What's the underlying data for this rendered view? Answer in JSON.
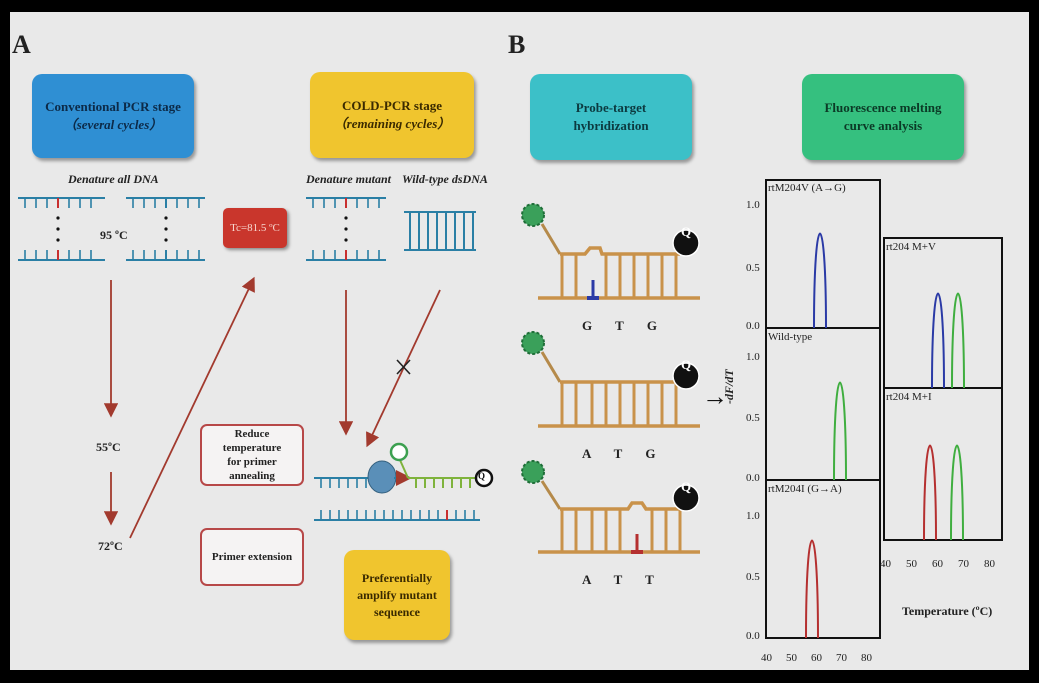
{
  "panel_a": {
    "letter": "A",
    "conventional_box": {
      "line1": "Conventional PCR stage",
      "line2": "（several cycles）"
    },
    "cold_box": {
      "line1": "COLD-PCR stage",
      "line2": "（remaining cycles）"
    },
    "denature_all": "Denature all DNA",
    "denature_mutant": "Denature  mutant",
    "wildtype_label": "Wild-type dsDNA",
    "temp_95": "95 ºC",
    "temp_55": "55ºC",
    "temp_72": "72ºC",
    "tc_badge": "Tc=81.5 ºC",
    "reduce_box": {
      "line1": "Reduce temperature",
      "line2": "for primer annealing"
    },
    "primer_box": "Primer extension",
    "pref_box": {
      "line1": "Preferentially",
      "line2": "amplify mutant",
      "line3": "sequence"
    },
    "q_label": "Q"
  },
  "panel_b": {
    "letter": "B",
    "probe_box": "Probe-target hybridization",
    "fluor_box": {
      "line1": "Fluorescence melting",
      "line2": "curve analysis"
    },
    "probes": [
      {
        "bases": "G T G",
        "q": "Q"
      },
      {
        "bases": "A T G",
        "q": "Q"
      },
      {
        "bases": "A T T",
        "q": "Q"
      }
    ],
    "arrow": "→",
    "y_axis_label": "-dF/dT",
    "x_axis_label": "Temperature  (ºC)",
    "left_plots": [
      {
        "label": "rtM204V (A→G)"
      },
      {
        "label": "Wild-type"
      },
      {
        "label": "rtM204I (G→A)"
      }
    ],
    "right_plots": [
      {
        "label": "rt204 M+V"
      },
      {
        "label": "rt204 M+I"
      }
    ],
    "y_ticks": [
      "0.0",
      "0.5",
      "1.0"
    ],
    "x_ticks": [
      "40",
      "50",
      "60",
      "70",
      "80"
    ],
    "colors": {
      "blue": "#2b3aa6",
      "green": "#3fae3f",
      "red": "#b53030"
    }
  }
}
